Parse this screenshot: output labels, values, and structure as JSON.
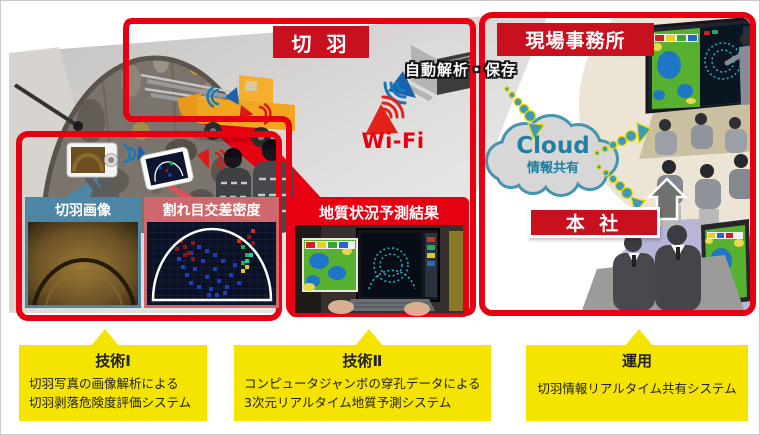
{
  "scene": {
    "kiriha_box_label": "切 羽",
    "site_office_label": "現場事務所",
    "head_office_label": "本 社",
    "wifi_label": "Wi-Fi",
    "server_label": "自動解析・保存",
    "cloud_title": "Cloud",
    "cloud_subtitle": "情報共有"
  },
  "panels": {
    "face_image_label": "切羽画像",
    "crack_density_label": "割れ目交差密度",
    "geo_prediction_label": "地質状況予測結果"
  },
  "callouts": [
    {
      "title": "技術Ⅰ",
      "lines": [
        "切羽写真の画像解析による",
        "切羽剥落危険度評価システム"
      ]
    },
    {
      "title": "技術Ⅱ",
      "lines": [
        "コンピュータジャンボの穿孔データによる",
        "3次元リアルタイム地質予測システム"
      ]
    },
    {
      "title": "運用",
      "lines": [
        "切羽情報リアルタイム共有システム"
      ]
    }
  ],
  "colors": {
    "frame_red": "#e60012",
    "label_red": "#c8101e",
    "callout_yellow": "#f5e300",
    "face_header_blue": "#4e87a6",
    "density_header_pink": "#cf686c",
    "cloud_border_teal": "#4596ad",
    "cloud_text_teal": "#1f7fa0",
    "dot_teal": "#3d9ab8",
    "jumbo_orange": "#f2a51f"
  }
}
